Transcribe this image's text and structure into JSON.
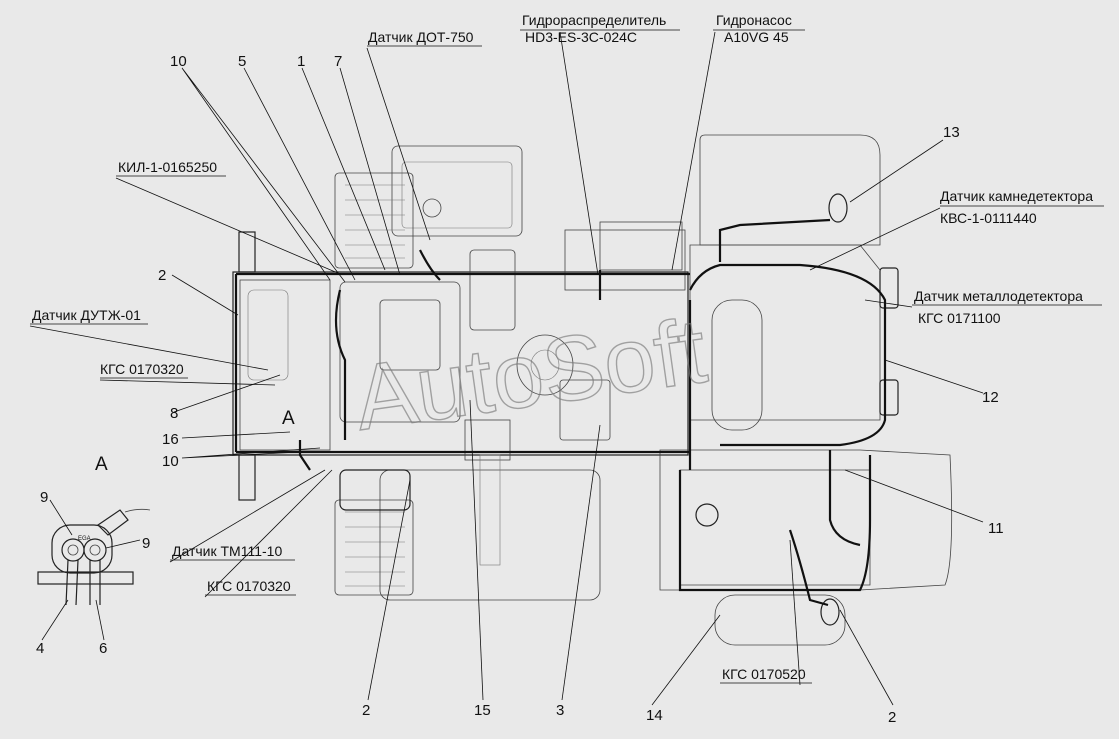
{
  "labels": {
    "dot750": "Датчик ДОТ-750",
    "hydrodist_title": "Гидрораспределитель",
    "hydrodist_model": "HD3-ES-3C-024C",
    "hydropump_title": "Гидронасос",
    "hydropump_model": "A10VG 45",
    "kil": "КИЛ-1-0165250",
    "stone_title": "Датчик камнедетектора",
    "stone_model": "КВС-1-0111440",
    "metal_title": "Датчик металлодетектора",
    "metal_model": "КГС 0171100",
    "dutzh": "Датчик ДУТЖ-01",
    "kgs_upper": "КГС 0170320",
    "tm111": "Датчик ТМ111-10",
    "kgs_lower": "КГС 0170320",
    "kgs_0520": "КГС 0170520"
  },
  "callouts": {
    "n10_top": "10",
    "n5": "5",
    "n1": "1",
    "n7": "7",
    "n13": "13",
    "n2_left": "2",
    "n12": "12",
    "n8": "8",
    "n16": "16",
    "n10_left": "10",
    "n11": "11",
    "n2_bottom": "2",
    "n15": "15",
    "n3": "3",
    "n14": "14",
    "n2_right": "2",
    "n9_top": "9",
    "n9_right": "9",
    "n4": "4",
    "n6": "6"
  },
  "view_marks": {
    "a_main": "A",
    "a_detail": "A"
  },
  "watermark": "AutoSoft"
}
